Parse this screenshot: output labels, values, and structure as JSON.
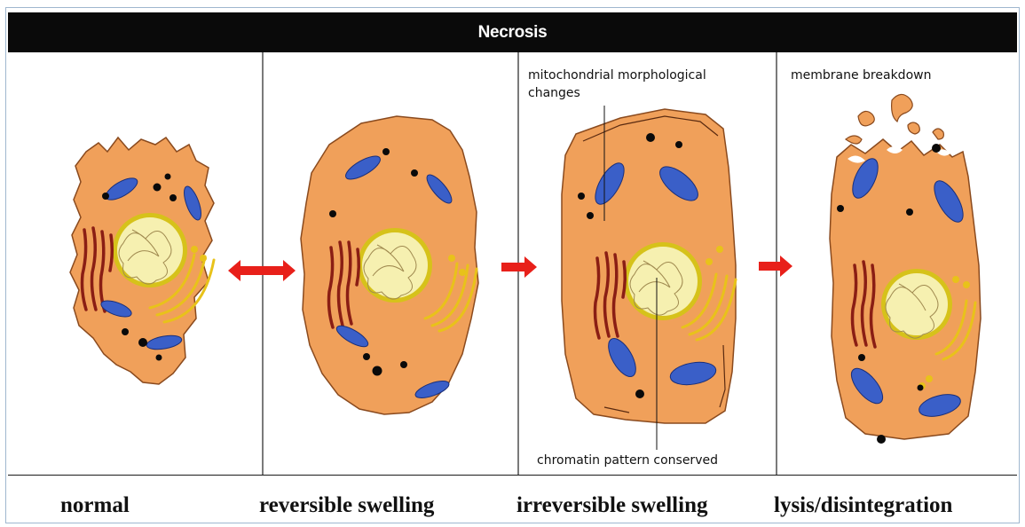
{
  "header": {
    "title": "Necrosis"
  },
  "annotations": {
    "mitochondria": [
      "mitochondrial morphological",
      "changes"
    ],
    "chromatin": "chromatin pattern conserved",
    "membrane": "membrane breakdown"
  },
  "stages": [
    {
      "label": "normal"
    },
    {
      "label": "reversible swelling"
    },
    {
      "label": "irreversible swelling"
    },
    {
      "label": "lysis/disintegration"
    }
  ],
  "colors": {
    "header_bg": "#0a0a0a",
    "cytoplasm": "#f0a05a",
    "cytoplasm_edge": "#8a4a1e",
    "nucleus": "#f6f0b0",
    "nucleus_rim": "#d6c21a",
    "mitochondria": "#3a5fc8",
    "er_rough": "#8a1e14",
    "golgi": "#e8c21a",
    "arrow": "#e8201a",
    "granule": "#0a0a0a"
  }
}
